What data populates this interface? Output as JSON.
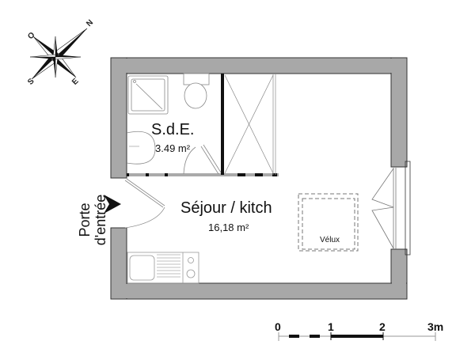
{
  "plan": {
    "colors": {
      "wall": "#a8a8a8",
      "wall_stroke": "#333333",
      "fixture": "#888888",
      "text": "#111111"
    },
    "rooms": [
      {
        "id": "sde",
        "name": "S.d.E.",
        "area": "3.49 m²"
      },
      {
        "id": "sejour",
        "name": "Séjour / kitch",
        "area": "16,18 m²"
      }
    ],
    "entry_label_line1": "Porte",
    "entry_label_line2": "d'entrée",
    "velux_label": "Vélux"
  },
  "compass": {
    "north": "N",
    "south": "S",
    "east": "E",
    "west": "O"
  },
  "scale_bar": {
    "ticks": [
      "0",
      "1",
      "2",
      "3m"
    ]
  }
}
